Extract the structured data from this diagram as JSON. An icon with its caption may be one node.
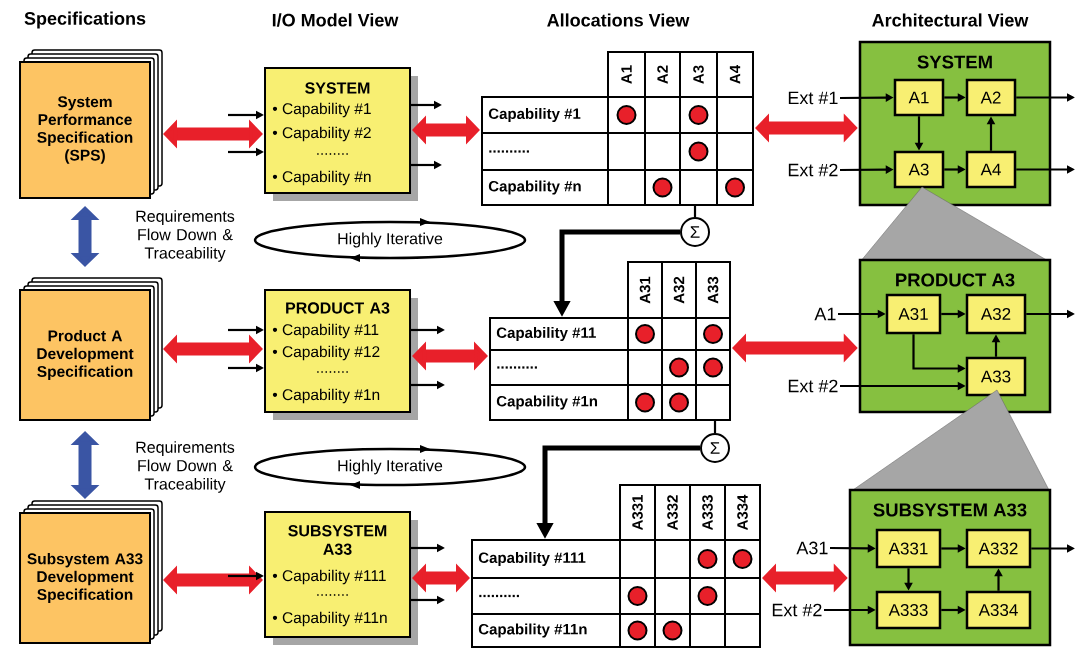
{
  "diagram": {
    "nodes": [
      {
        "text": [
          "System Performance Specification (SPS)"
        ]
      },
      {
        "text": [
          "SYSTEM",
          "• Capability #1",
          "• Capability #2",
          "........",
          "• Capability #n"
        ]
      },
      {
        "text": [
          "A1",
          "A2",
          "A3",
          "A4",
          "Capability #1",
          "..........",
          "Capability #n"
        ]
      },
      {
        "text": [
          "Σ"
        ]
      },
      {
        "text": [
          "SYSTEM"
        ]
      },
      {
        "text": [
          "A1"
        ],
        "in": 4
      },
      {
        "text": [
          "A2"
        ],
        "in": 4
      },
      {
        "text": [
          "A3"
        ],
        "in": 4
      },
      {
        "text": [
          "A4"
        ],
        "in": 4
      },
      {
        "text": [
          "Ext #1"
        ]
      },
      {
        "text": [
          "Ext #2"
        ]
      },
      {
        "text": [
          "Highly Iterative"
        ]
      },
      {
        "text": [
          "Product A Development Specification"
        ]
      },
      {
        "text": [
          "PRODUCT A3",
          "• Capability #11",
          "• Capability #12",
          "........",
          "• Capability #1n"
        ]
      },
      {
        "text": [
          "A31",
          "A32",
          "A33",
          "Capability #11",
          "..........",
          "Capability #1n"
        ]
      },
      {
        "text": [
          "Σ"
        ]
      },
      {
        "text": [
          "PRODUCT A3"
        ]
      },
      {
        "text": [
          "A31"
        ],
        "in": 16
      },
      {
        "text": [
          "A32"
        ],
        "in": 16
      },
      {
        "text": [
          "A33"
        ],
        "in": 16
      },
      {
        "text": [
          "A1"
        ]
      },
      {
        "text": [
          "Ext #2"
        ]
      },
      {
        "text": [
          "Highly Iterative"
        ]
      },
      {
        "text": [
          "Subsystem A33 Development Specification"
        ]
      },
      {
        "text": [
          "SUBSYSTEM A33",
          "• Capability #111",
          "........",
          "• Capability #11n"
        ]
      },
      {
        "text": [
          "A331",
          "A332",
          "A333",
          "A334",
          "Capability #111",
          "..........",
          "Capability #11n"
        ]
      },
      {
        "text": [
          "SUBSYSTEM A33"
        ]
      },
      {
        "text": [
          "A331"
        ],
        "in": 26
      },
      {
        "text": [
          "A332"
        ],
        "in": 26
      },
      {
        "text": [
          "A333"
        ],
        "in": 26
      },
      {
        "text": [
          "A334"
        ],
        "in": 26
      },
      {
        "text": [
          "A31"
        ]
      },
      {
        "text": [
          "Ext #2"
        ]
      }
    ],
    "edges": [
      {
        "from": 0,
        "to": 1,
        "arrow": "both",
        "style": "thick",
        "color": "#e8202a"
      },
      {
        "from": 1,
        "to": 2,
        "arrow": "both",
        "style": "thick",
        "color": "#e8202a"
      },
      {
        "from": 2,
        "to": 4,
        "arrow": "both",
        "style": "thick",
        "color": "#e8202a"
      },
      {
        "from": null,
        "to": 1,
        "arrow": "to"
      },
      {
        "from": null,
        "to": 1,
        "arrow": "to"
      },
      {
        "from": 1,
        "to": null,
        "arrow": "to"
      },
      {
        "from": 1,
        "to": null,
        "arrow": "to"
      },
      {
        "from": 9,
        "to": 5,
        "arrow": "to"
      },
      {
        "from": 10,
        "to": 7,
        "arrow": "to"
      },
      {
        "from": 5,
        "to": 6,
        "arrow": "to"
      },
      {
        "from": 5,
        "to": 7,
        "arrow": "to"
      },
      {
        "from": 7,
        "to": 8,
        "arrow": "to"
      },
      {
        "from": 8,
        "to": 6,
        "arrow": "to"
      },
      {
        "from": 6,
        "to": null,
        "arrow": "to"
      },
      {
        "from": 8,
        "to": null,
        "arrow": "to"
      },
      {
        "from": 2,
        "to": 3,
        "arrow": "none"
      },
      {
        "from": 3,
        "to": 14,
        "arrow": "to",
        "style": "thick"
      },
      {
        "from": 0,
        "to": 12,
        "arrow": "both",
        "style": "thick",
        "color": "#3a55a4",
        "label": "Requirements Flow Down & Traceability"
      },
      {
        "from": 12,
        "to": 13,
        "arrow": "both",
        "style": "thick",
        "color": "#e8202a"
      },
      {
        "from": 13,
        "to": 14,
        "arrow": "both",
        "style": "thick",
        "color": "#e8202a"
      },
      {
        "from": 14,
        "to": 16,
        "arrow": "both",
        "style": "thick",
        "color": "#e8202a"
      },
      {
        "from": null,
        "to": 13,
        "arrow": "to"
      },
      {
        "from": null,
        "to": 13,
        "arrow": "to"
      },
      {
        "from": 13,
        "to": null,
        "arrow": "to"
      },
      {
        "from": 13,
        "to": null,
        "arrow": "to"
      },
      {
        "from": 20,
        "to": 17,
        "arrow": "to"
      },
      {
        "from": 17,
        "to": 18,
        "arrow": "to"
      },
      {
        "from": 17,
        "to": 19,
        "arrow": "to"
      },
      {
        "from": 21,
        "to": 19,
        "arrow": "to"
      },
      {
        "from": 19,
        "to": 18,
        "arrow": "to"
      },
      {
        "from": 18,
        "to": null,
        "arrow": "to"
      },
      {
        "from": 14,
        "to": 15,
        "arrow": "none"
      },
      {
        "from": 15,
        "to": 25,
        "arrow": "to",
        "style": "thick"
      },
      {
        "from": 12,
        "to": 23,
        "arrow": "both",
        "style": "thick",
        "color": "#3a55a4",
        "label": "Requirements Flow Down & Traceability"
      },
      {
        "from": 23,
        "to": 24,
        "arrow": "both",
        "style": "thick",
        "color": "#e8202a"
      },
      {
        "from": 24,
        "to": 25,
        "arrow": "both",
        "style": "thick",
        "color": "#e8202a"
      },
      {
        "from": 25,
        "to": 26,
        "arrow": "both",
        "style": "thick",
        "color": "#e8202a"
      },
      {
        "from": null,
        "to": 24,
        "arrow": "to"
      },
      {
        "from": 24,
        "to": null,
        "arrow": "to"
      },
      {
        "from": 24,
        "to": null,
        "arrow": "to"
      },
      {
        "from": 31,
        "to": 27,
        "arrow": "to"
      },
      {
        "from": 27,
        "to": 28,
        "arrow": "to"
      },
      {
        "from": 27,
        "to": 29,
        "arrow": "to"
      },
      {
        "from": 32,
        "to": 29,
        "arrow": "to"
      },
      {
        "from": 29,
        "to": 30,
        "arrow": "to"
      },
      {
        "from": 30,
        "to": 28,
        "arrow": "to"
      },
      {
        "from": 28,
        "to": null,
        "arrow": "to"
      }
    ],
    "labels": [
      "Specifications",
      "I/O Model View",
      "Allocations View",
      "Architectural View"
    ]
  }
}
